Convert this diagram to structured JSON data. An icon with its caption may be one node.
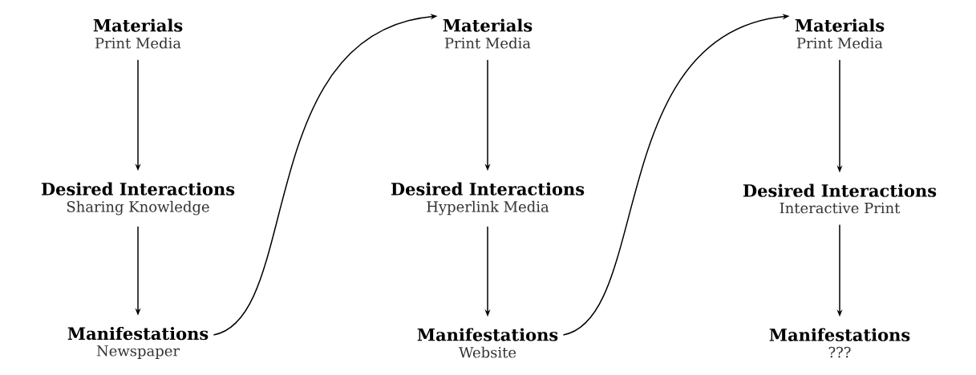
{
  "diagram": {
    "nodes": [
      {
        "text": [
          "Materials",
          "Print Media"
        ]
      },
      {
        "text": [
          "Desired Interactions",
          "Sharing Knowledge"
        ]
      },
      {
        "text": [
          "Manifestations",
          "Newspaper"
        ]
      },
      {
        "text": [
          "Materials",
          "Print Media"
        ]
      },
      {
        "text": [
          "Desired Interactions",
          "Hyperlink Media"
        ]
      },
      {
        "text": [
          "Manifestations",
          "Website"
        ]
      },
      {
        "text": [
          "Materials",
          "Print Media"
        ]
      },
      {
        "text": [
          "Desired Interactions",
          "Interactive Print"
        ]
      },
      {
        "text": [
          "Manifestations",
          "???"
        ]
      }
    ],
    "edges": [
      {
        "from": 0,
        "to": 1,
        "arrow": "to"
      },
      {
        "from": 1,
        "to": 2,
        "arrow": "to"
      },
      {
        "from": 2,
        "to": 3,
        "arrow": "to"
      },
      {
        "from": 3,
        "to": 4,
        "arrow": "to"
      },
      {
        "from": 4,
        "to": 5,
        "arrow": "to"
      },
      {
        "from": 5,
        "to": 6,
        "arrow": "to"
      },
      {
        "from": 6,
        "to": 7,
        "arrow": "to"
      },
      {
        "from": 7,
        "to": 8,
        "arrow": "to"
      }
    ]
  }
}
